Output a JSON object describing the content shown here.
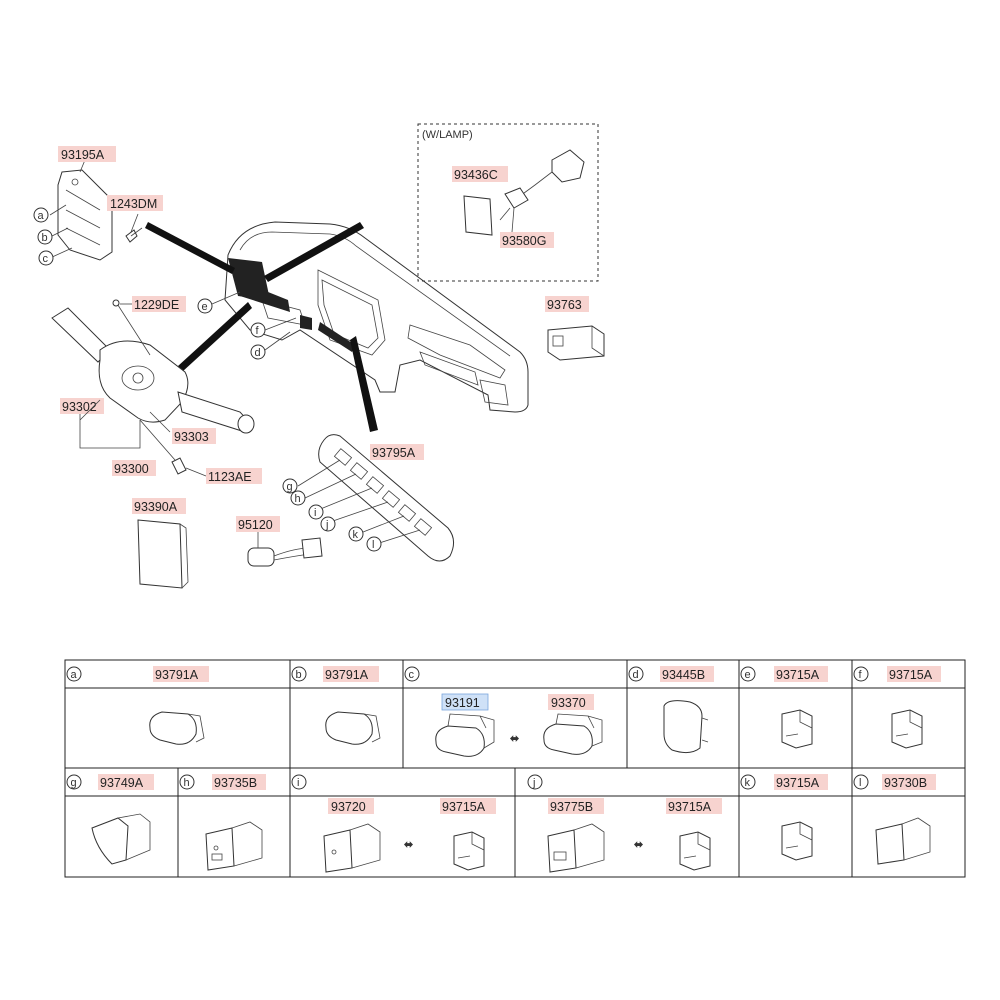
{
  "callouts": {
    "p93195A": "93195A",
    "p1243DM": "1243DM",
    "p1229DE": "1229DE",
    "p93302": "93302",
    "p93303": "93303",
    "p93300": "93300",
    "p1123AE": "1123AE",
    "p93390A": "93390A",
    "p95120": "95120",
    "p93795A": "93795A",
    "p93763": "93763",
    "p93436C": "93436C",
    "p93580G": "93580G"
  },
  "wlamp_label": "(W/LAMP)",
  "circle_letters": {
    "a": "a",
    "b": "b",
    "c": "c",
    "d": "d",
    "e": "e",
    "f": "f",
    "g": "g",
    "h": "h",
    "i": "i",
    "j": "j",
    "k": "k",
    "l": "l"
  },
  "legend": {
    "row1": [
      {
        "letter": "a",
        "parts": [
          "93791A"
        ]
      },
      {
        "letter": "b",
        "parts": [
          "93791A"
        ]
      },
      {
        "letter": "c",
        "parts": [
          "93191",
          "93370"
        ]
      },
      {
        "letter": "d",
        "parts": [
          "93445B"
        ]
      },
      {
        "letter": "e",
        "parts": [
          "93715A"
        ]
      },
      {
        "letter": "f",
        "parts": [
          "93715A"
        ]
      }
    ],
    "row2": [
      {
        "letter": "g",
        "parts": [
          "93749A"
        ]
      },
      {
        "letter": "h",
        "parts": [
          "93735B"
        ]
      },
      {
        "letter": "i",
        "parts": [
          "93720",
          "93715A"
        ]
      },
      {
        "letter": "j",
        "parts": [
          "93775B",
          "93715A"
        ]
      },
      {
        "letter": "k",
        "parts": [
          "93715A"
        ]
      },
      {
        "letter": "l",
        "parts": [
          "93730B"
        ]
      }
    ]
  },
  "colors": {
    "label_highlight": "#f7d3cf",
    "selected_highlight": "#cfe1f7",
    "line": "#222222"
  }
}
